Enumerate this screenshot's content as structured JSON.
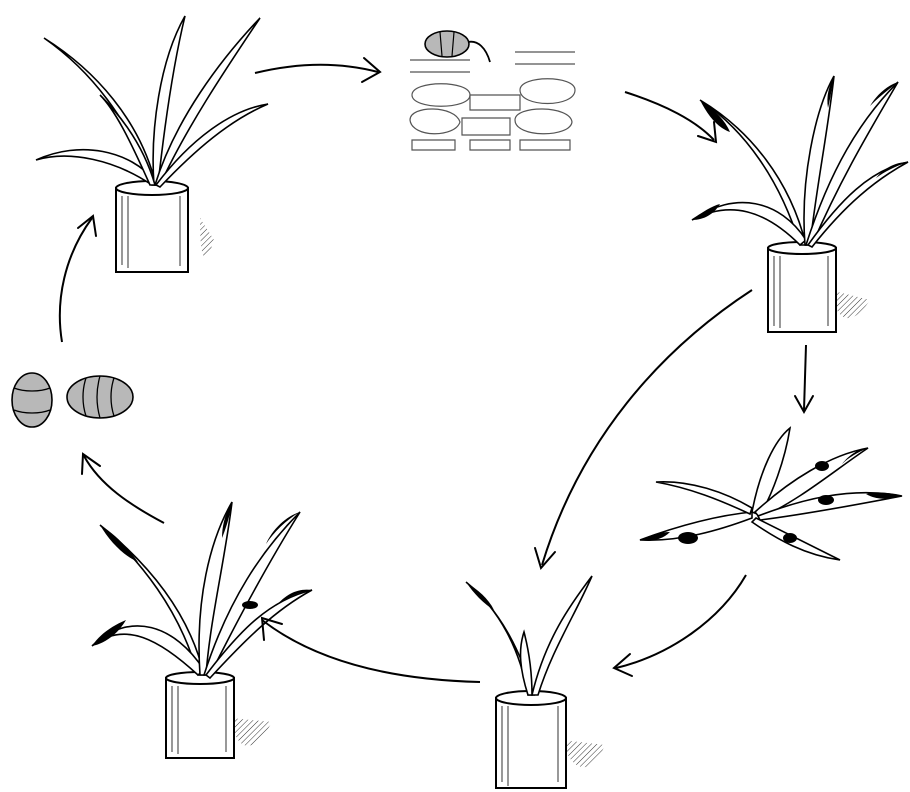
{
  "diagram": {
    "stages": [
      {
        "id": "healthy-plant",
        "icon": "healthy-potted-plant"
      },
      {
        "id": "infection-site",
        "icon": "spore-germinating-on-leaf-tissue"
      },
      {
        "id": "infected-plant",
        "icon": "spotted-potted-plant"
      },
      {
        "id": "detached-leaves",
        "icon": "fallen-infected-leaves"
      },
      {
        "id": "infected-seedling",
        "icon": "spotted-seedling"
      },
      {
        "id": "diseased-plant",
        "icon": "heavily-spotted-potted-plant"
      },
      {
        "id": "spores",
        "icon": "two-resting-spores"
      }
    ],
    "colors": {
      "ink": "#000000",
      "spore_fill": "#b8b8b8",
      "cell_wall": "#555555",
      "background": "#ffffff"
    }
  }
}
